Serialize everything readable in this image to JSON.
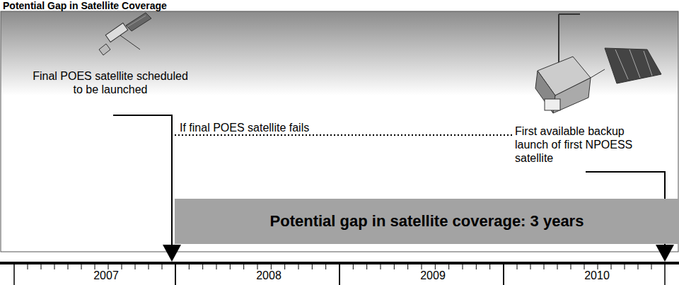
{
  "diagram": {
    "title": "Potential Gap in Satellite Coverage",
    "nodes": [
      {
        "text": [
          "Potential gap in satellite coverage: 3 years"
        ]
      }
    ],
    "labels": [
      "Final POES satellite scheduled to be launched",
      "If final POES satellite fails",
      "First available backup launch of first NPOESS satellite",
      "2007",
      "2008",
      "2009",
      "2010"
    ]
  }
}
